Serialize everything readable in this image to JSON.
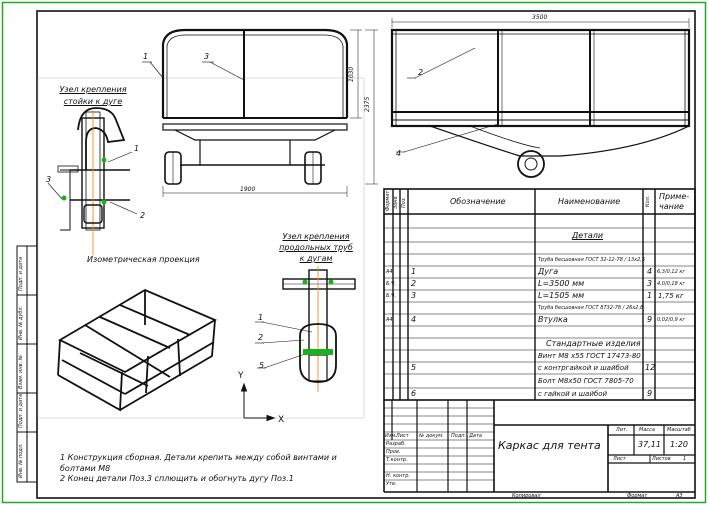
{
  "stamp": {
    "title": "Каркас для тента",
    "col_lit": "Лит.",
    "col_mass": "Масса",
    "col_scale": "Масштаб",
    "mass": "37,11",
    "scale": "1:20",
    "sheet": "Лист",
    "sheets": "Листов",
    "sheets_count": "1",
    "rows": [
      "Изм.",
      "Лист",
      "№ докум.",
      "Подп.",
      "Дата"
    ],
    "roles": [
      "Разраб.",
      "Пров.",
      "Т.контр.",
      "Н. контр.",
      "Утв."
    ],
    "copied": "Копировал",
    "format": "Формат",
    "format_value": "А3"
  },
  "spec": {
    "headers": {
      "format": "Формат",
      "zone": "Зона",
      "pos": "Поз.",
      "designation": "Обозначение",
      "name": "Наименование",
      "qty": "Кол.",
      "note": "Приме-чание"
    },
    "section_details": "Детали",
    "section_standard": "Стандартные изделия",
    "rows": [
      {
        "fmt": "",
        "pos": "",
        "name": "Труба бесшовная ГОСТ 32-12-78 / 13х2,5",
        "qty": "",
        "note": ""
      },
      {
        "fmt": "А4",
        "pos": "1",
        "name": "Дуга",
        "qty": "4",
        "note": "6,3/0,12 кг"
      },
      {
        "fmt": "Б.Ч.",
        "pos": "2",
        "name": "L=3500 мм",
        "qty": "3",
        "note": "4,0/0,18 кг"
      },
      {
        "fmt": "Б.Ч.",
        "pos": "3",
        "name": "L=1505 мм",
        "qty": "1",
        "note": "1,75 кг"
      },
      {
        "fmt": "",
        "pos": "",
        "name": "Труба бесшовная ГОСТ 8732-78 / 26х2,8",
        "qty": "",
        "note": ""
      },
      {
        "fmt": "А4",
        "pos": "4",
        "name": "Втулка",
        "qty": "9",
        "note": "0,02/0,9 кг"
      }
    ],
    "standard_rows": [
      {
        "pos": "",
        "name": "Винт М8 х55 ГОСТ 17473-80",
        "qty": "",
        "note": ""
      },
      {
        "pos": "5",
        "name": "с контргайкой и шайбой",
        "qty": "12",
        "note": ""
      },
      {
        "pos": "",
        "name": "Болт М8х50 ГОСТ 7805-70",
        "qty": "",
        "note": ""
      },
      {
        "pos": "6",
        "name": "с гайкой и шайбой",
        "qty": "9",
        "note": ""
      }
    ]
  },
  "views": {
    "detail1_title": "Узел крепления стойки к дуге",
    "detail2_title": "Узел крепления продольных труб к дугам",
    "iso_title": "Изометрическая проекция",
    "axis_x": "X",
    "axis_y": "Y",
    "dim_width": "1900",
    "dim_length": "3500",
    "dim_height": "2375",
    "dim_frame": "1030",
    "callouts": [
      "1",
      "2",
      "3",
      "4",
      "5"
    ]
  },
  "notes": [
    "1 Конструкция сборная. Детали крепить между собой винтами и болтами М8",
    "2 Конец детали Поз.3 сплющить и обогнуть дугу Поз.1"
  ],
  "side_strip": [
    "Инв. № подл.",
    "Подп. и дата",
    "Взам. инв. №",
    "Инв. № дубл.",
    "Подп. и дата"
  ],
  "colors": {
    "frame": "#22aa22",
    "line": "#111111",
    "weld": "#19b219",
    "axis": "#f08a2a"
  }
}
